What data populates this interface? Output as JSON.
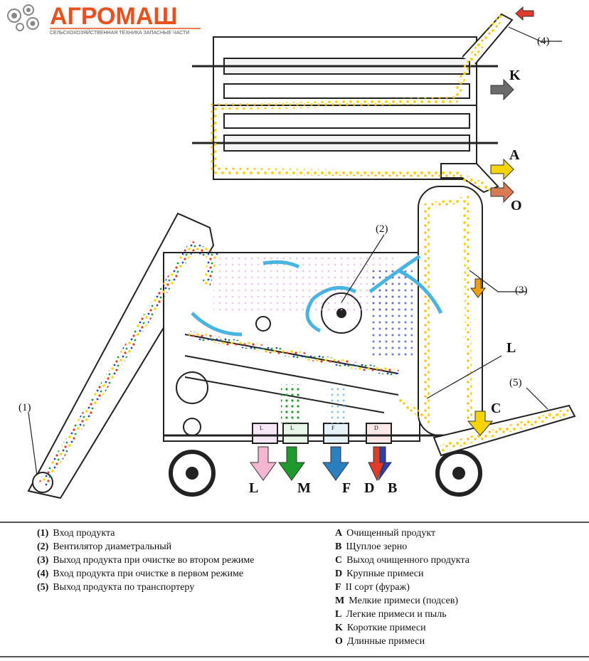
{
  "brand": {
    "name": "АГРОМАШ",
    "tagline": "СЕЛЬСКОХОЗЯЙСТВЕННАЯ ТЕХНИКА ЗАПАСНЫЕ ЧАСТИ"
  },
  "colors": {
    "brand": "#e8501e",
    "grain": "#f5d400",
    "arrow_L": "#f4b6d0",
    "arrow_M": "#1e9a2a",
    "arrow_F": "#2a7fc0",
    "arrow_D": "#e23a2a",
    "arrow_B": "#2a3fb0",
    "arrow_K": "#6b6b6b",
    "arrow_A": "#f5d400",
    "arrow_O": "#d97a55",
    "airflow": "#4ab4e0"
  },
  "diagram": {
    "callouts": [
      "(1)",
      "(2)",
      "(3)",
      "(4)",
      "(5)"
    ],
    "outputs_right": [
      "K",
      "A",
      "O"
    ],
    "output_C": "C",
    "outputs_bottom": [
      "L",
      "M",
      "F",
      "D",
      "B"
    ],
    "bin_labels": [
      "L",
      "L",
      "F",
      "D"
    ]
  },
  "legend": {
    "left": [
      {
        "key": "(1)",
        "text": "Вход продукта"
      },
      {
        "key": "(2)",
        "text": "Вентилятор диаметральный"
      },
      {
        "key": "(3)",
        "text": "Выход продукта при очистке во втором режиме"
      },
      {
        "key": "(4)",
        "text": "Вход продукта при очистке в первом режиме"
      },
      {
        "key": "(5)",
        "text": "Выход продукта по транспортеру"
      }
    ],
    "right": [
      {
        "key": "A",
        "text": "Очищенный продукт"
      },
      {
        "key": "B",
        "text": "Щуплое зерно"
      },
      {
        "key": "C",
        "text": "Выход очищенного продукта"
      },
      {
        "key": "D",
        "text": "Крупные примеси"
      },
      {
        "key": "F",
        "text": "II сорт (фураж)"
      },
      {
        "key": "M",
        "text": "Мелкие примеси (подсев)"
      },
      {
        "key": "L",
        "text": "Легкие примеси и пыль"
      },
      {
        "key": "K",
        "text": "Короткие примеси"
      },
      {
        "key": "O",
        "text": "Длинные примеси"
      }
    ]
  }
}
